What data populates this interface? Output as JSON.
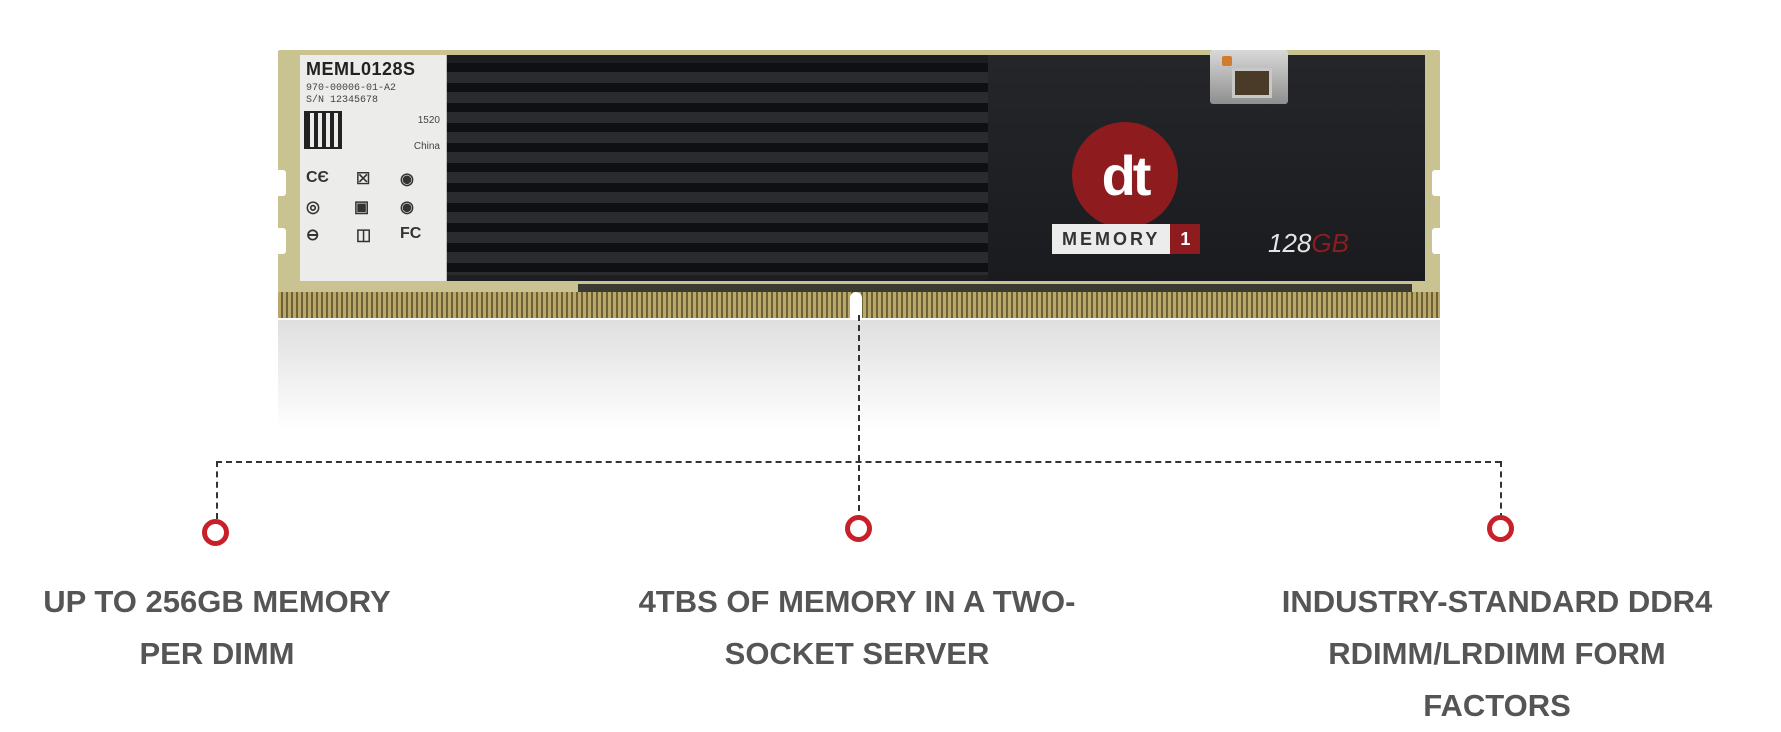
{
  "module": {
    "part_number": "MEML0128S",
    "model_line": "970-00006-01-A2",
    "serial": "S/N 12345678",
    "date_code": "1520",
    "origin": "China",
    "logo_text": "dt",
    "brand_word": "MEMORY",
    "brand_number": "1",
    "capacity_number": "128",
    "capacity_unit": "GB"
  },
  "colors": {
    "accent": "#c8202a",
    "logo_red": "#8e1c1f",
    "feature_text": "#555555"
  },
  "features": [
    {
      "line1": "UP TO 256GB MEMORY",
      "line2": "PER DIMM"
    },
    {
      "line1": "4TBS OF MEMORY IN A TWO-",
      "line2": "SOCKET SERVER"
    },
    {
      "line1": "INDUSTRY-STANDARD DDR4",
      "line2": "RDIMM/LRDIMM FORM FACTORS"
    }
  ]
}
